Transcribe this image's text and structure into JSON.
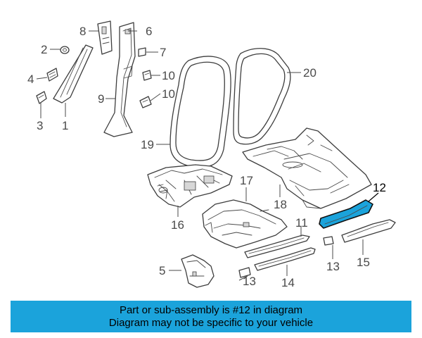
{
  "diagram": {
    "selected_part": "12",
    "highlight_color": "#1ba3db",
    "callouts": {
      "p1": "1",
      "p2": "2",
      "p3": "3",
      "p4": "4",
      "p5": "5",
      "p6": "6",
      "p7": "7",
      "p8": "8",
      "p9": "9",
      "p10a": "10",
      "p10b": "10",
      "p11": "11",
      "p12": "12",
      "p13a": "13",
      "p13b": "13",
      "p14": "14",
      "p15": "15",
      "p16": "16",
      "p17": "17",
      "p18": "18",
      "p19": "19",
      "p20": "20"
    }
  },
  "banner": {
    "line1": "Part or sub-assembly is #12 in diagram",
    "line2": "Diagram may not be specific to your vehicle",
    "background": "#1ba3db"
  }
}
